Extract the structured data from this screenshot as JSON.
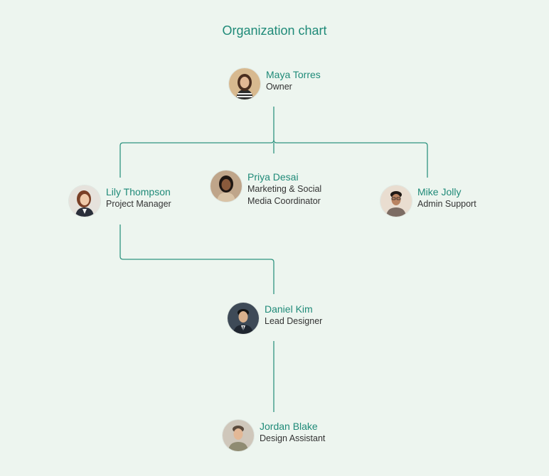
{
  "title": "Organization chart",
  "colors": {
    "background": "#edf5ef",
    "accent": "#1f8a78",
    "line": "#2f9480"
  },
  "people": {
    "maya": {
      "name": "Maya Torres",
      "role": "Owner",
      "icon": "avatar-photo"
    },
    "lily": {
      "name": "Lily Thompson",
      "role": "Project Manager",
      "icon": "avatar-photo"
    },
    "priya": {
      "name": "Priya Desai",
      "role_line1": "Marketing & Social",
      "role_line2": "Media Coordinator",
      "icon": "avatar-photo"
    },
    "mike": {
      "name": "Mike Jolly",
      "role": "Admin Support",
      "icon": "avatar-photo"
    },
    "daniel": {
      "name": "Daniel Kim",
      "role": "Lead Designer",
      "icon": "avatar-photo"
    },
    "jordan": {
      "name": "Jordan Blake",
      "role": "Design Assistant",
      "icon": "avatar-photo"
    }
  }
}
